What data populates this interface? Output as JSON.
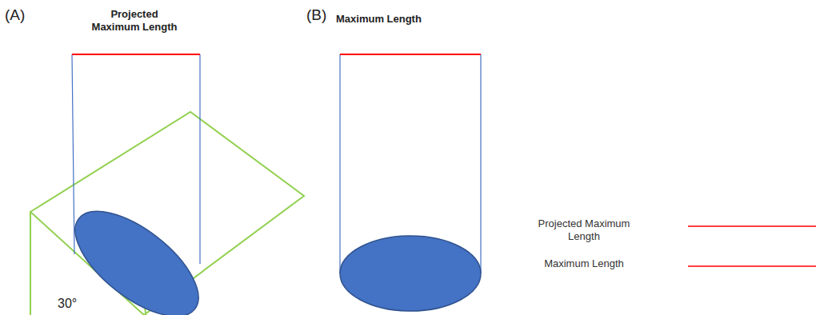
{
  "diagram": {
    "labels": [
      "(A)",
      "Projected Maximum Length",
      "(B)",
      "Maximum Length",
      "30°"
    ],
    "legend": [
      {
        "text": "Projected Maximum Length"
      },
      {
        "text": "Maximum Length"
      }
    ]
  }
}
